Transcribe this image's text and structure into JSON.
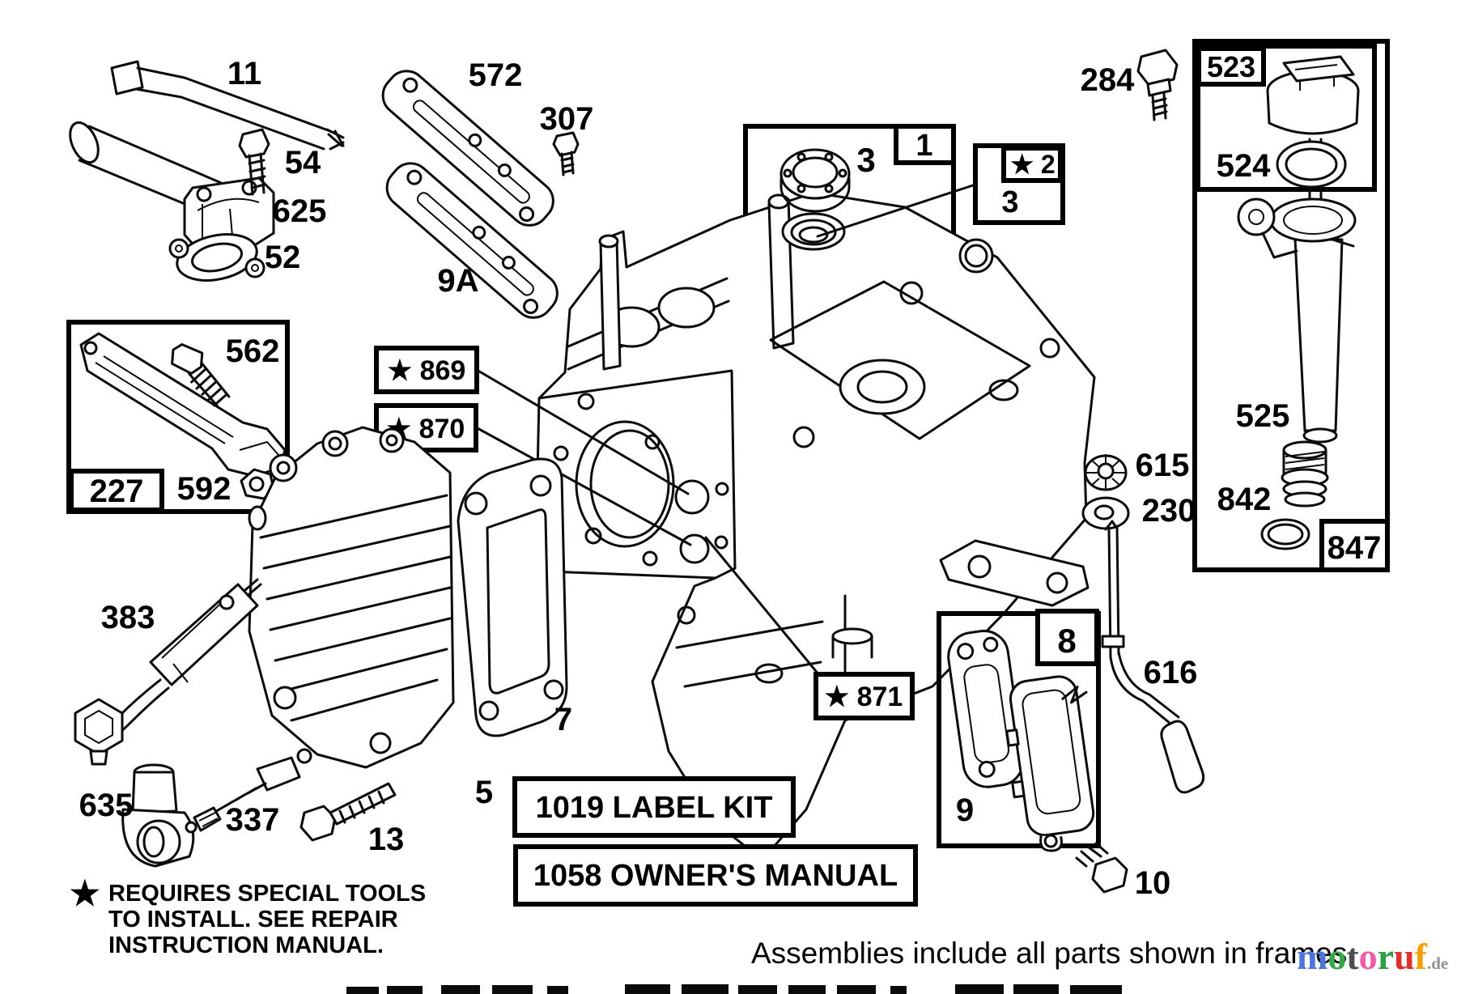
{
  "page": {
    "background": "#ffffff",
    "ink": "#000000"
  },
  "parts": {
    "p11": "11",
    "p54": "54",
    "p625": "625",
    "p52": "52",
    "p572": "572",
    "p307": "307",
    "p9a": "9A",
    "p562": "562",
    "p592": "592",
    "p227": "227",
    "p869": "★ 869",
    "p870": "★ 870",
    "p871": "★ 871",
    "frame1": "1",
    "seal3": "3",
    "star2": "★ 2",
    "seal3b": "3",
    "p284": "284",
    "p523": "523",
    "p524": "524",
    "p525": "525",
    "p842": "842",
    "p847": "847",
    "p615": "615",
    "p230": "230",
    "p616": "616",
    "p383": "383",
    "p635": "635",
    "p337": "337",
    "p13": "13",
    "p5": "5",
    "p7": "7",
    "p8": "8",
    "p9": "9",
    "p10": "10"
  },
  "kit_boxes": {
    "label_kit": "1019 LABEL KIT",
    "owners_manual": "1058 OWNER'S MANUAL"
  },
  "note": {
    "star": "★",
    "line1": "REQUIRES SPECIAL TOOLS",
    "line2": "TO INSTALL.  SEE REPAIR",
    "line3": "INSTRUCTION MANUAL."
  },
  "assemblies_note": "Assemblies include all parts shown in frames.",
  "watermark": {
    "suffix": ".de",
    "suffix_color": "#8f8f8f",
    "letters": [
      {
        "ch": "m",
        "color": "#4a74d8"
      },
      {
        "ch": "o",
        "color": "#37a74a"
      },
      {
        "ch": "t",
        "color": "#4d4d4d"
      },
      {
        "ch": "o",
        "color": "#ef5da8"
      },
      {
        "ch": "r",
        "color": "#2f9e44"
      },
      {
        "ch": "u",
        "color": "#e03131"
      },
      {
        "ch": "f",
        "color": "#f59f00"
      }
    ]
  }
}
